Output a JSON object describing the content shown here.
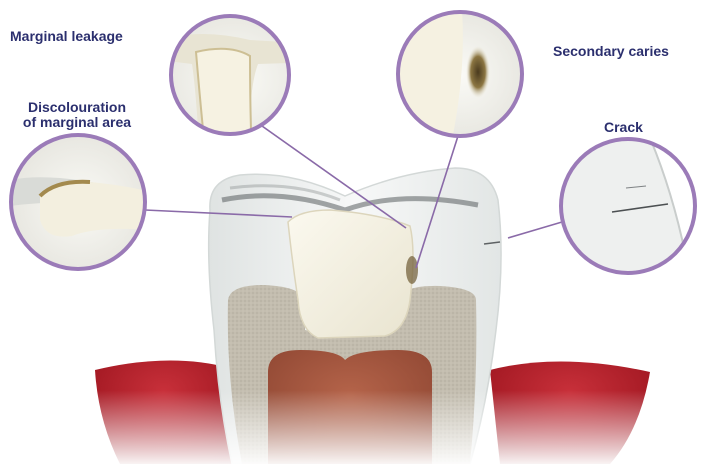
{
  "labels": {
    "marginal_leakage": "Marginal leakage",
    "discolouration_line1": "Discolouration",
    "discolouration_line2": "of marginal area",
    "secondary_caries": "Secondary caries",
    "crack": "Crack"
  },
  "colors": {
    "label_text": "#2b2f6e",
    "callout_ring": "#9b7bb8",
    "leader_line": "#8a6aa8",
    "gum": "#b8202a",
    "enamel": "#eef0ef",
    "dentin": "#bdb7a8",
    "pulp": "#a95a43",
    "filling": "#f4f1e4"
  }
}
